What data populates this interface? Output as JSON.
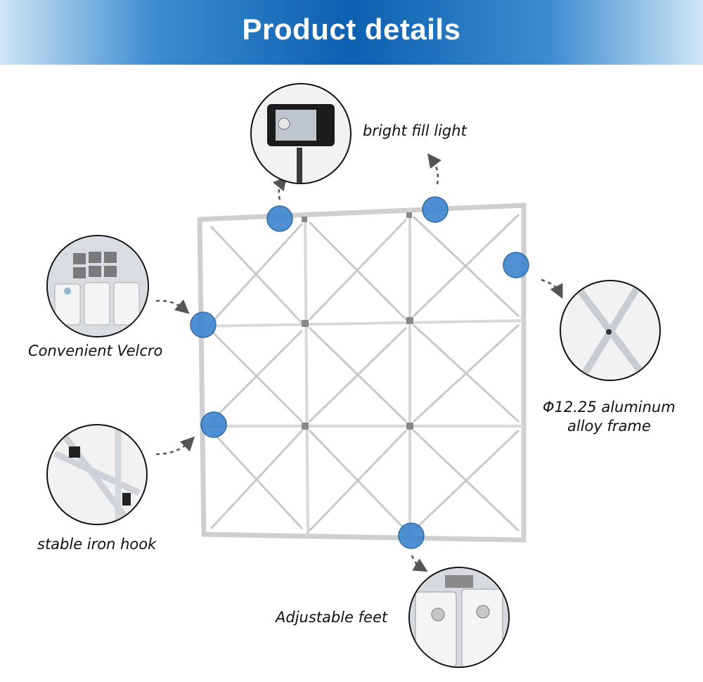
{
  "banner": {
    "title": "Product details"
  },
  "callouts": {
    "fill_light": "bright fill light",
    "velcro": "Convenient Velcro",
    "frame_line1": "Φ12.25 aluminum",
    "frame_line2": "alloy frame",
    "hook": "stable iron hook",
    "feet": "Adjustable feet"
  },
  "colors": {
    "banner_dark": "#0d5fb0",
    "marker_blue": "#3f87cf",
    "marker_border": "#1f5f9f"
  },
  "icons": [
    "fill-light-icon",
    "velcro-blocks-icon",
    "cross-joint-icon",
    "iron-hook-icon",
    "adjustable-feet-icon"
  ]
}
